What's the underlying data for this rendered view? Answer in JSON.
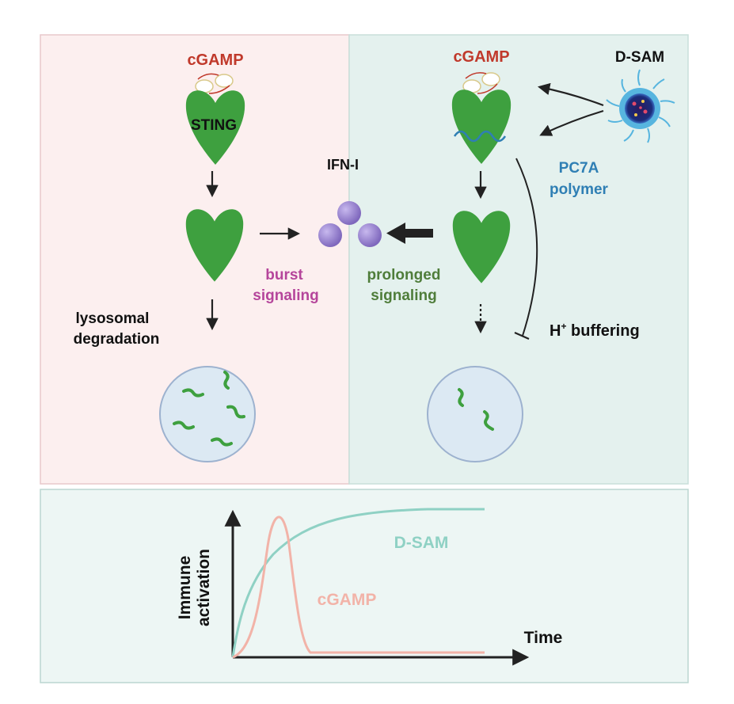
{
  "top_left": {
    "cgamp_label": "cGAMP",
    "sting_label": "STING",
    "degradation_label_line1": "lysosomal",
    "degradation_label_line2": "degradation"
  },
  "center": {
    "ifn_label": "IFN-I",
    "burst_line1": "burst",
    "burst_line2": "signaling",
    "prolonged_line1": "prolonged",
    "prolonged_line2": "signaling"
  },
  "top_right": {
    "cgamp_label": "cGAMP",
    "dsam_label": "D-SAM",
    "polymer_line1": "PC7A",
    "polymer_line2": "polymer",
    "buffering_h": "H",
    "buffering_plus": "+",
    "buffering_rest": " buffering"
  },
  "chart_data": {
    "type": "line",
    "xlabel": "Time",
    "ylabel_line1": "Immune",
    "ylabel_line2": "activation",
    "series": [
      {
        "name": "D-SAM",
        "color": "#8fd1c4"
      },
      {
        "name": "cGAMP",
        "color": "#f2b3a8"
      }
    ]
  },
  "colors": {
    "left_panel_bg": "#fcefef",
    "right_panel_bg": "#e4f1ee",
    "bottom_panel_bg": "#edf6f4",
    "sting_green": "#3ea03f",
    "cgamp_red": "#c0392b",
    "burst_magenta": "#b5459b",
    "prolonged_green": "#4f7d3a",
    "polymer_blue": "#2f7fb4",
    "ifn_purple": "#9b86cf",
    "lysosome_fill": "#dce9f3",
    "lysosome_stroke": "#9db2cf"
  }
}
